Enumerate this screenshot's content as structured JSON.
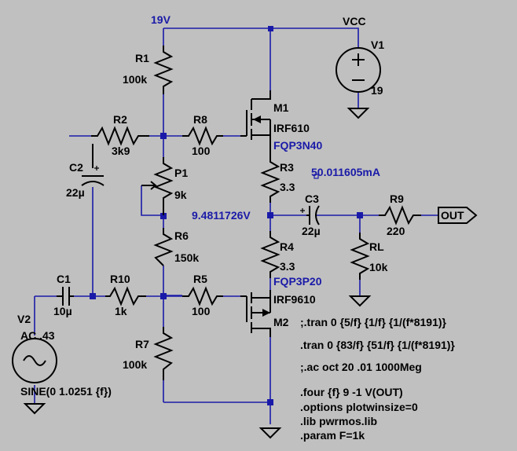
{
  "nets": {
    "supply": "19V",
    "vcc": "VCC",
    "mid_voltage": "9.4811726V",
    "current": "50.011605mA",
    "out": "OUT"
  },
  "components": {
    "r1": {
      "name": "R1",
      "value": "100k"
    },
    "r2": {
      "name": "R2",
      "value": "3k9"
    },
    "r3": {
      "name": "R3",
      "value": "3.3"
    },
    "r4": {
      "name": "R4",
      "value": "3.3"
    },
    "r5": {
      "name": "R5",
      "value": "100"
    },
    "r6": {
      "name": "R6",
      "value": "150k"
    },
    "r7": {
      "name": "R7",
      "value": "100k"
    },
    "r8": {
      "name": "R8",
      "value": "100"
    },
    "r9": {
      "name": "R9",
      "value": "220"
    },
    "r10": {
      "name": "R10",
      "value": "1k"
    },
    "rl": {
      "name": "RL",
      "value": "10k"
    },
    "p1": {
      "name": "P1",
      "value": "9k"
    },
    "c1": {
      "name": "C1",
      "value": "10µ"
    },
    "c2": {
      "name": "C2",
      "value": "22µ"
    },
    "c3": {
      "name": "C3",
      "value": "22µ"
    },
    "m1": {
      "name": "M1",
      "model": "IRF610",
      "alt": "FQP3N40"
    },
    "m2": {
      "name": "M2",
      "model": "IRF9610",
      "alt": "FQP3P20"
    },
    "v1": {
      "name": "V1",
      "value": "19"
    },
    "v2": {
      "name": "V2",
      "ac": "AC .43",
      "source": "SINE(0 1.0251 {f})"
    }
  },
  "directives": [
    ";.tran 0 {5/f} {1/f} {1/(f*8191)}",
    ".tran 0 {83/f} {51/f} {1/(f*8191)}",
    ";.ac oct 20 .01 1000Meg",
    ".four {f} 9 -1 V(OUT)",
    ".options plotwinsize=0",
    ".lib pwrmos.lib",
    ".param F=1k"
  ],
  "colors": {
    "background": "#c0c0c0",
    "wire": "#1a1aa8",
    "component": "#000000",
    "net_label": "#1a1aa8"
  }
}
